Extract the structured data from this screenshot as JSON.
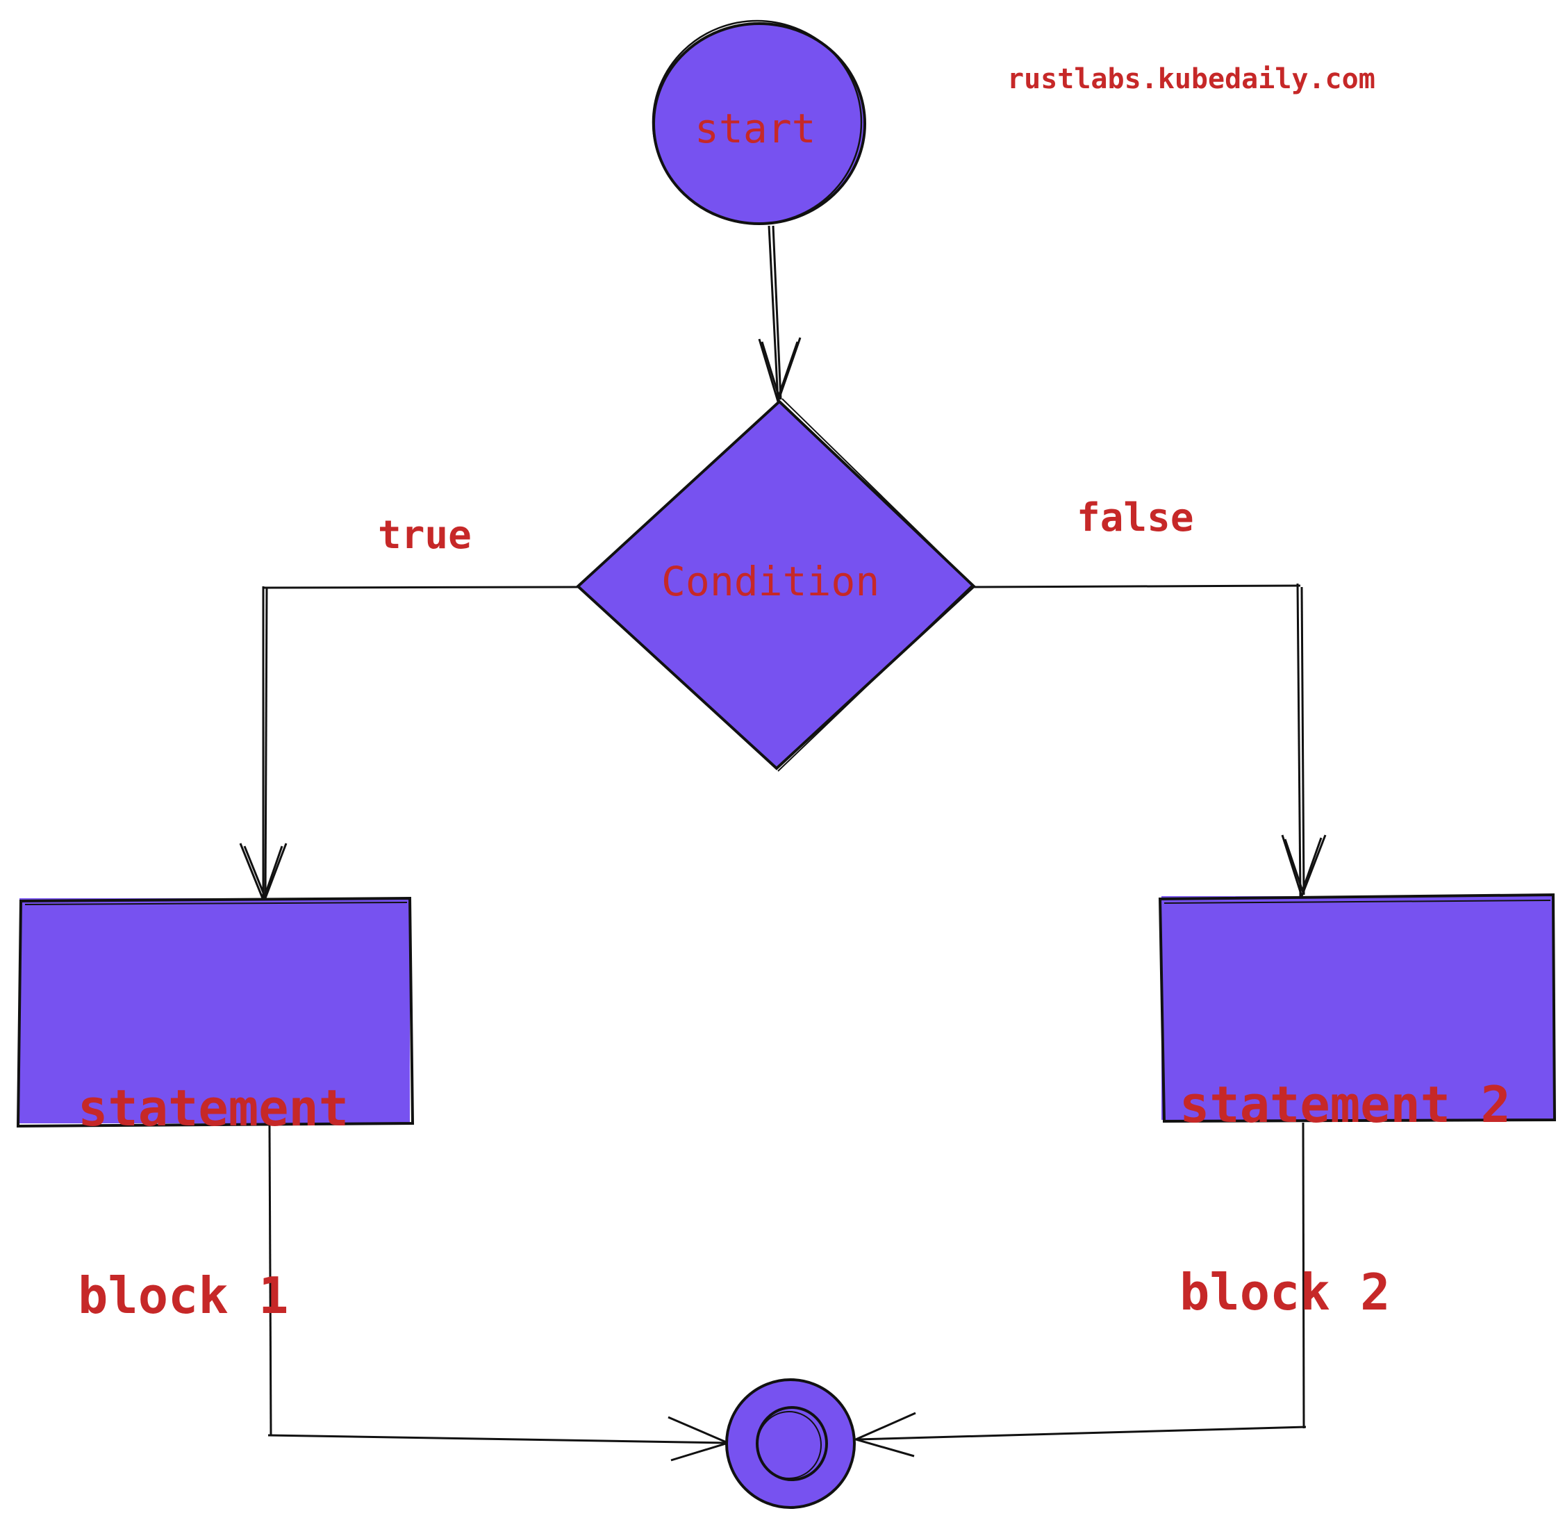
{
  "watermark": "rustlabs.kubedaily.com",
  "nodes": {
    "start": {
      "label": "start"
    },
    "condition": {
      "label": "Condition"
    },
    "block1": {
      "line1": "statement",
      "line2": "block 1"
    },
    "block2": {
      "line1": "statement 2",
      "line2": "block 2"
    }
  },
  "edges": {
    "true_label": "true",
    "false_label": "false"
  },
  "colors": {
    "node_fill": "#7752f0",
    "text": "#c62828",
    "stroke": "#111111"
  }
}
